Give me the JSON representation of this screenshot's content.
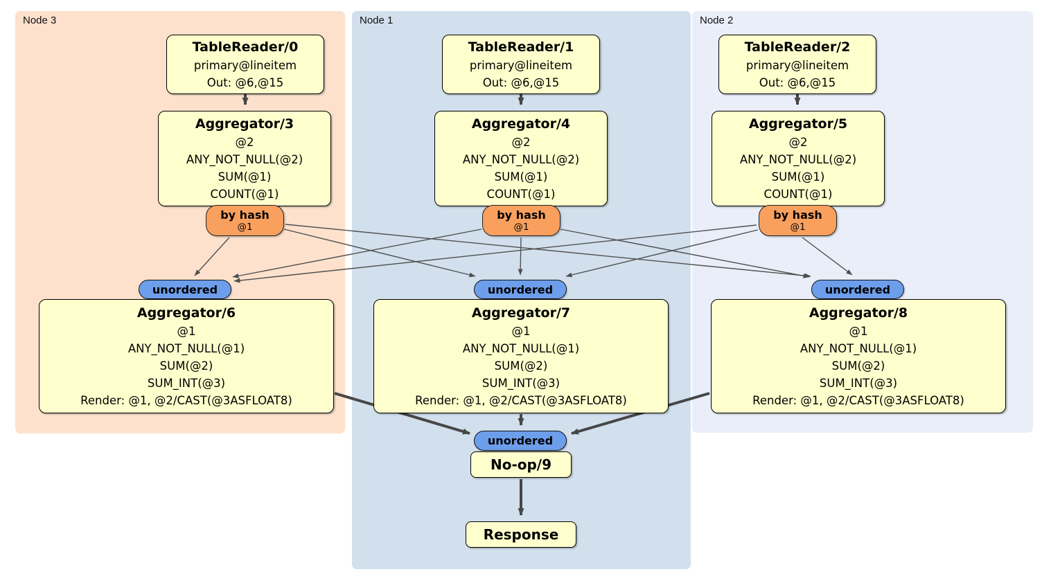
{
  "regions": [
    {
      "label": "Node 3"
    },
    {
      "label": "Node 1"
    },
    {
      "label": "Node 2"
    }
  ],
  "processors": {
    "tr0": {
      "title": "TableReader/0",
      "lines": [
        "primary@lineitem",
        "Out: @6,@15"
      ]
    },
    "tr1": {
      "title": "TableReader/1",
      "lines": [
        "primary@lineitem",
        "Out: @6,@15"
      ]
    },
    "tr2": {
      "title": "TableReader/2",
      "lines": [
        "primary@lineitem",
        "Out: @6,@15"
      ]
    },
    "agg3": {
      "title": "Aggregator/3",
      "lines": [
        "@2",
        "ANY_NOT_NULL(@2)",
        "SUM(@1)",
        "COUNT(@1)"
      ]
    },
    "agg4": {
      "title": "Aggregator/4",
      "lines": [
        "@2",
        "ANY_NOT_NULL(@2)",
        "SUM(@1)",
        "COUNT(@1)"
      ]
    },
    "agg5": {
      "title": "Aggregator/5",
      "lines": [
        "@2",
        "ANY_NOT_NULL(@2)",
        "SUM(@1)",
        "COUNT(@1)"
      ]
    },
    "agg6": {
      "title": "Aggregator/6",
      "lines": [
        "@1",
        "ANY_NOT_NULL(@1)",
        "SUM(@2)",
        "SUM_INT(@3)",
        "Render: @1, @2/CAST(@3ASFLOAT8)"
      ]
    },
    "agg7": {
      "title": "Aggregator/7",
      "lines": [
        "@1",
        "ANY_NOT_NULL(@1)",
        "SUM(@2)",
        "SUM_INT(@3)",
        "Render: @1, @2/CAST(@3ASFLOAT8)"
      ]
    },
    "agg8": {
      "title": "Aggregator/8",
      "lines": [
        "@1",
        "ANY_NOT_NULL(@1)",
        "SUM(@2)",
        "SUM_INT(@3)",
        "Render: @1, @2/CAST(@3ASFLOAT8)"
      ]
    },
    "noop9": {
      "title": "No-op/9"
    },
    "response": {
      "title": "Response"
    }
  },
  "routers": {
    "by_hash": {
      "label": "by hash",
      "sub": "@1"
    },
    "unordered": {
      "label": "unordered"
    }
  },
  "colors": {
    "page-bg": "#ffffff",
    "region-node3-bg": "#fde1cd",
    "region-node1-bg": "#d1e0ec",
    "region-node2-bg": "#e9eef8",
    "processor-bg": "#ffffcd",
    "processor-border": "#000000",
    "hash-router-bg": "#f9a05f",
    "stream-pill-bg": "#6d9eeb",
    "edge-color": "#4a4a4a",
    "text-color": "#000000"
  }
}
